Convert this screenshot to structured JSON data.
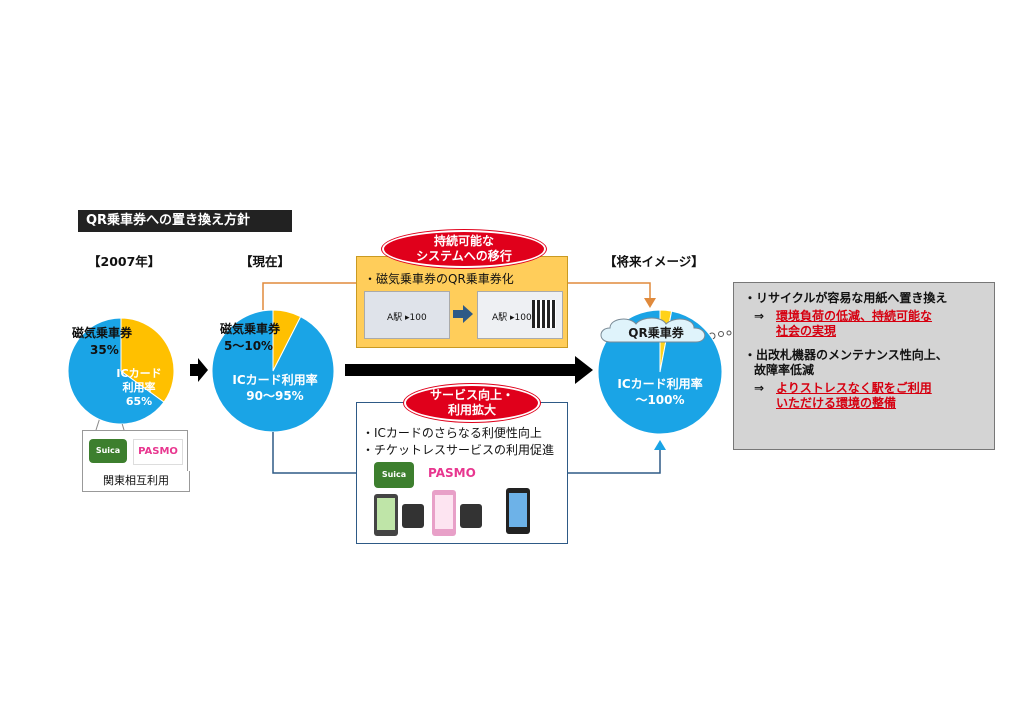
{
  "title": "QR乗車券への置き換え方針",
  "eras": {
    "y2007": "【2007年】",
    "now": "【現在】",
    "future": "【将来イメージ】"
  },
  "pie2007": {
    "magnetic_label": "磁気乗車券",
    "magnetic_pct": "35%",
    "ic_line1": "ICカード",
    "ic_line2": "利用率",
    "ic_pct": "65%",
    "card_caption": "関東相互利用",
    "suica": "Suica",
    "pasmo": "PASMO"
  },
  "pieNow": {
    "magnetic_label": "磁気乗車券",
    "magnetic_pct": "5～10%",
    "ic_label": "ICカード利用率",
    "ic_pct": "90～95%"
  },
  "pieFuture": {
    "qr_label": "QR乗車券",
    "ic_label": "ICカード利用率",
    "ic_pct": "～100%"
  },
  "sustainable": {
    "pill_line1": "持続可能な",
    "pill_line2": "システムへの移行",
    "bullet": "・磁気乗車券のQR乗車券化",
    "ticket1_text": "A駅 ▸100",
    "ticket2_text": "A駅 ▸100"
  },
  "service": {
    "pill_line1": "サービス向上・",
    "pill_line2": "利用拡大",
    "bullet1": "・ICカードのさらなる利便性向上",
    "bullet2": "・チケットレスサービスの利用促進",
    "suica": "Suica",
    "pasmo": "PASMO"
  },
  "benefits": {
    "b1": "・リサイクルが容易な用紙へ置き換え",
    "r1_arrow": "⇒",
    "r1_line1": "環境負荷の低減、持続可能な",
    "r1_line2": "社会の実現",
    "b2_line1": "・出改札機器のメンテナンス性向上、",
    "b2_line2": "故障率低減",
    "r2_arrow": "⇒",
    "r2_line1": "よりストレスなく駅をご利用",
    "r2_line2": "いただける環境の整備"
  },
  "chart_data": [
    {
      "type": "pie",
      "title": "2007年",
      "slices": [
        {
          "label": "磁気乗車券",
          "value": 35
        },
        {
          "label": "ICカード利用率",
          "value": 65
        }
      ]
    },
    {
      "type": "pie",
      "title": "現在",
      "slices": [
        {
          "label": "磁気乗車券",
          "value": 7.5
        },
        {
          "label": "ICカード利用率",
          "value": 92.5
        }
      ]
    },
    {
      "type": "pie",
      "title": "将来イメージ",
      "slices": [
        {
          "label": "QR乗車券",
          "value": 3
        },
        {
          "label": "ICカード利用率",
          "value": 97
        }
      ]
    }
  ],
  "colors": {
    "ic_blue": "#1aa4e6",
    "magnetic_yellow": "#ffc000",
    "red": "#e0001b",
    "orange_line": "#e08a3c",
    "navy": "#2e5a86"
  }
}
